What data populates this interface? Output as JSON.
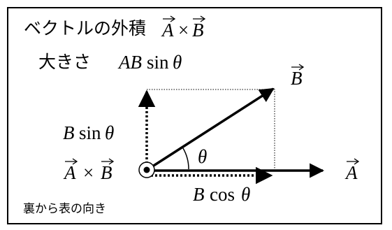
{
  "title": {
    "text": "ベクトルの外積",
    "lhs": "A",
    "op": "×",
    "rhs": "B"
  },
  "magnitude": {
    "label": "大きさ",
    "expr_ab": "AB",
    "expr_sin": "sin",
    "expr_theta": "θ"
  },
  "labels": {
    "vector_b": "B",
    "vector_a": "A",
    "b_sin_b": "B",
    "b_sin_fn": "sin",
    "b_sin_theta": "θ",
    "b_cos_b": "B",
    "b_cos_fn": "cos",
    "b_cos_theta": "θ",
    "angle": "θ",
    "cross_lhs": "A",
    "cross_op": "×",
    "cross_rhs": "B"
  },
  "footer": "裏から表の向き",
  "colors": {
    "stroke": "#000000",
    "background": "#ffffff"
  },
  "icons": {
    "out_of_page": "dot-in-circle-icon",
    "vector_arrow": "arrow-over-letter-icon"
  }
}
